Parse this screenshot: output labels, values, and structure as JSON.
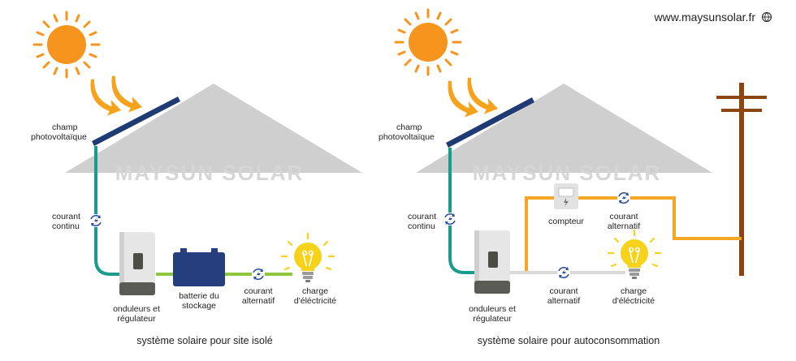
{
  "website": "www.maysunsolar.fr",
  "watermark": "MAYSUN SOLAR",
  "colors": {
    "sun": "#f7941d",
    "arrow": "#f7a21b",
    "roof": "#cfcfcf",
    "panel": "#1f3b73",
    "dc_wire": "#1a9b8c",
    "ac_green": "#8dc63f",
    "ac_orange": "#f5a623",
    "ac_grey": "#d9d9d9",
    "battery": "#253f7e",
    "bulb": "#f7d21b",
    "pole": "#8b4513",
    "icon_blue": "#2b4fa0"
  },
  "left": {
    "pv_label_1": "champ",
    "pv_label_2": "photovoltaïque",
    "dc_label_1": "courant",
    "dc_label_2": "continu",
    "inverter_label_1": "onduleurs et",
    "inverter_label_2": "régulateur",
    "battery_label_1": "batterie du",
    "battery_label_2": "stockage",
    "ac_label_1": "courant",
    "ac_label_2": "alternatif",
    "load_label_1": "charge",
    "load_label_2": "d'éléctricité",
    "caption": "système solaire pour site isolé"
  },
  "right": {
    "pv_label_1": "champ",
    "pv_label_2": "photovoltaïque",
    "dc_label_1": "courant",
    "dc_label_2": "continu",
    "meter_label": "compteur",
    "ac_top_label_1": "courant",
    "ac_top_label_2": "alternatif",
    "inverter_label_1": "onduleurs et",
    "inverter_label_2": "régulateur",
    "ac_bottom_label_1": "courant",
    "ac_bottom_label_2": "alternatif",
    "load_label_1": "charge",
    "load_label_2": "d'éléctricité",
    "caption": "système solaire pour autoconsommation"
  }
}
